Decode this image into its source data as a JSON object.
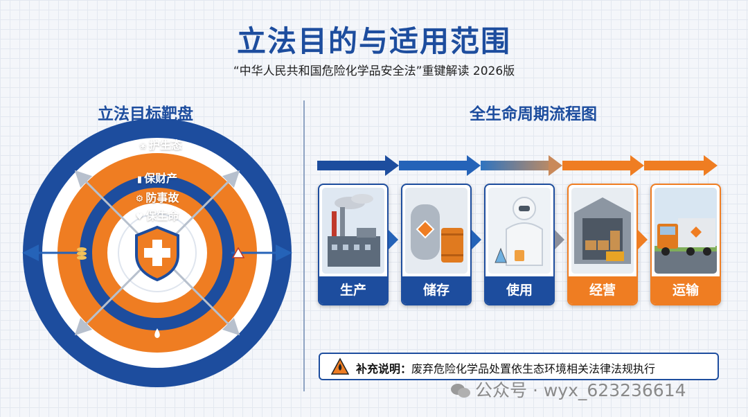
{
  "header": {
    "title": "立法目的与适用范围",
    "subtitle": "“中华人民共和国危险化学品安全法”重键解读   2026版"
  },
  "left": {
    "section_title": "立法目标靶盘",
    "rings": [
      {
        "label": "护生态",
        "icon": "sprout-icon"
      },
      {
        "label": "保财产",
        "icon": "chart-icon"
      },
      {
        "label": "防事故",
        "icon": "gear-icon"
      },
      {
        "label": "保生命",
        "icon": "heart-icon"
      }
    ],
    "center_icon": "shield-cross-icon",
    "colors": {
      "blue": "#1d4d9e",
      "orange": "#ef7d22"
    }
  },
  "right": {
    "section_title": "全生命周期流程图",
    "stages": [
      {
        "label": "生产",
        "color": "blue"
      },
      {
        "label": "储存",
        "color": "blue"
      },
      {
        "label": "使用",
        "color": "blue"
      },
      {
        "label": "经营",
        "color": "orange"
      },
      {
        "label": "运输",
        "color": "orange"
      }
    ]
  },
  "note": {
    "prefix": "补充说明：",
    "text": "废弃危险化学品处置依生态环境相关法律法规执行"
  },
  "watermark": "公众号 · wyx_623236614"
}
